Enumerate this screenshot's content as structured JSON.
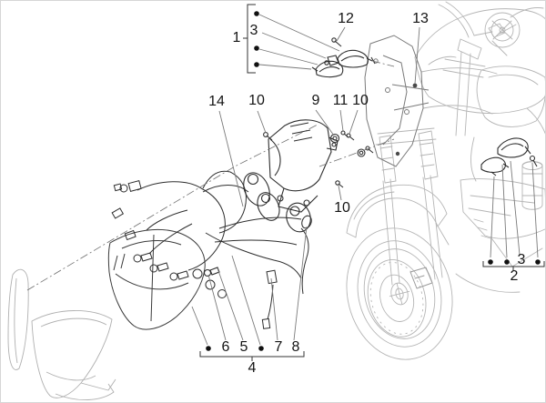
{
  "diagram": {
    "kind": "exploded-parts-diagram",
    "subject": "motorcycle front headlight, turn indicators and front fairing"
  },
  "colors": {
    "background": "#ffffff",
    "line_dark": "#2e2e2e",
    "line_medium": "#6f6f6f",
    "line_light": "#b5b5b5",
    "label_text": "#141414"
  },
  "callouts": {
    "c1": {
      "label": "1"
    },
    "c3_top": {
      "label": "3"
    },
    "c12": {
      "label": "12"
    },
    "c13": {
      "label": "13"
    },
    "c14": {
      "label": "14"
    },
    "c10_a": {
      "label": "10"
    },
    "c9": {
      "label": "9"
    },
    "c11": {
      "label": "11"
    },
    "c10_b": {
      "label": "10"
    },
    "c10_c": {
      "label": "10"
    },
    "c6": {
      "label": "6"
    },
    "c5": {
      "label": "5"
    },
    "c7": {
      "label": "7"
    },
    "c8": {
      "label": "8"
    },
    "c4": {
      "label": "4"
    },
    "c3_right": {
      "label": "3"
    },
    "c2_right": {
      "label": "2"
    }
  }
}
